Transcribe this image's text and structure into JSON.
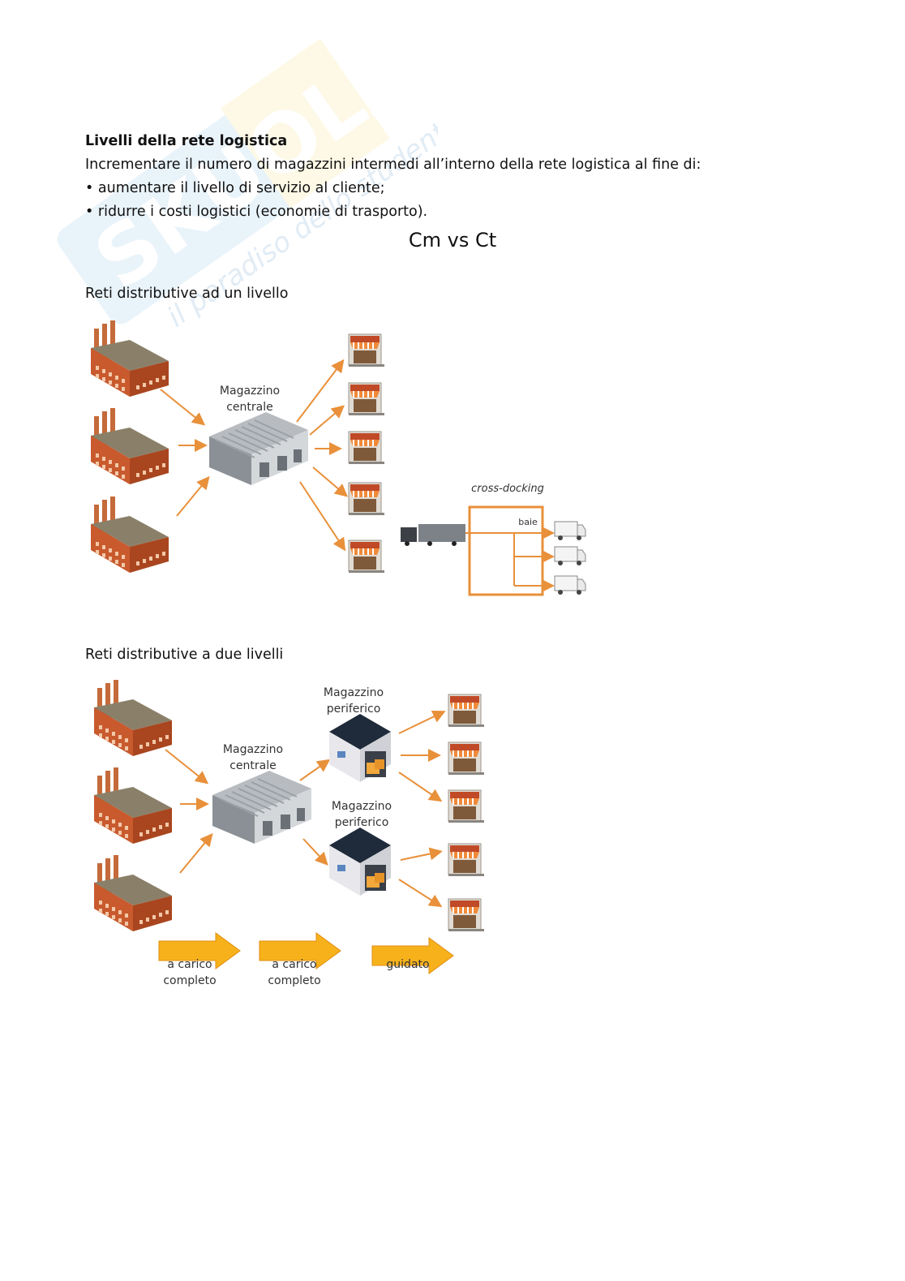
{
  "watermark": {
    "brand": "SKUOLA.net",
    "tagline": "il paradiso dello studente"
  },
  "section": {
    "heading": "Livelli della rete logistica",
    "intro": "Incrementare il numero di magazzini intermedi all’interno della rete logistica al fine di:",
    "bullets": [
      "• aumentare il livello di servizio al cliente;",
      "• ridurre i costi logistici (economie di trasporto)."
    ],
    "subtitle": "Cm vs Ct"
  },
  "diagram_one": {
    "title": "Reti distributive ad un livello",
    "central_line1": "Magazzino",
    "central_line2": "centrale",
    "crossdock_label": "cross-docking",
    "bays_label": "baie"
  },
  "diagram_two": {
    "title": "Reti distributive a due livelli",
    "central_line1": "Magazzino",
    "central_line2": "centrale",
    "peripheral_a_line1": "Magazzino",
    "peripheral_a_line2": "periferico",
    "peripheral_b_line1": "Magazzino",
    "peripheral_b_line2": "periferico",
    "flow1_line1": "a carico",
    "flow1_line2": "completo",
    "flow2_line1": "a carico",
    "flow2_line2": "completo",
    "flow3": "guidato"
  },
  "colors": {
    "arrow": "#e8903a",
    "brick": "#c85a2e",
    "roof": "#8a8069",
    "big_arrow": "#f7b21b"
  }
}
